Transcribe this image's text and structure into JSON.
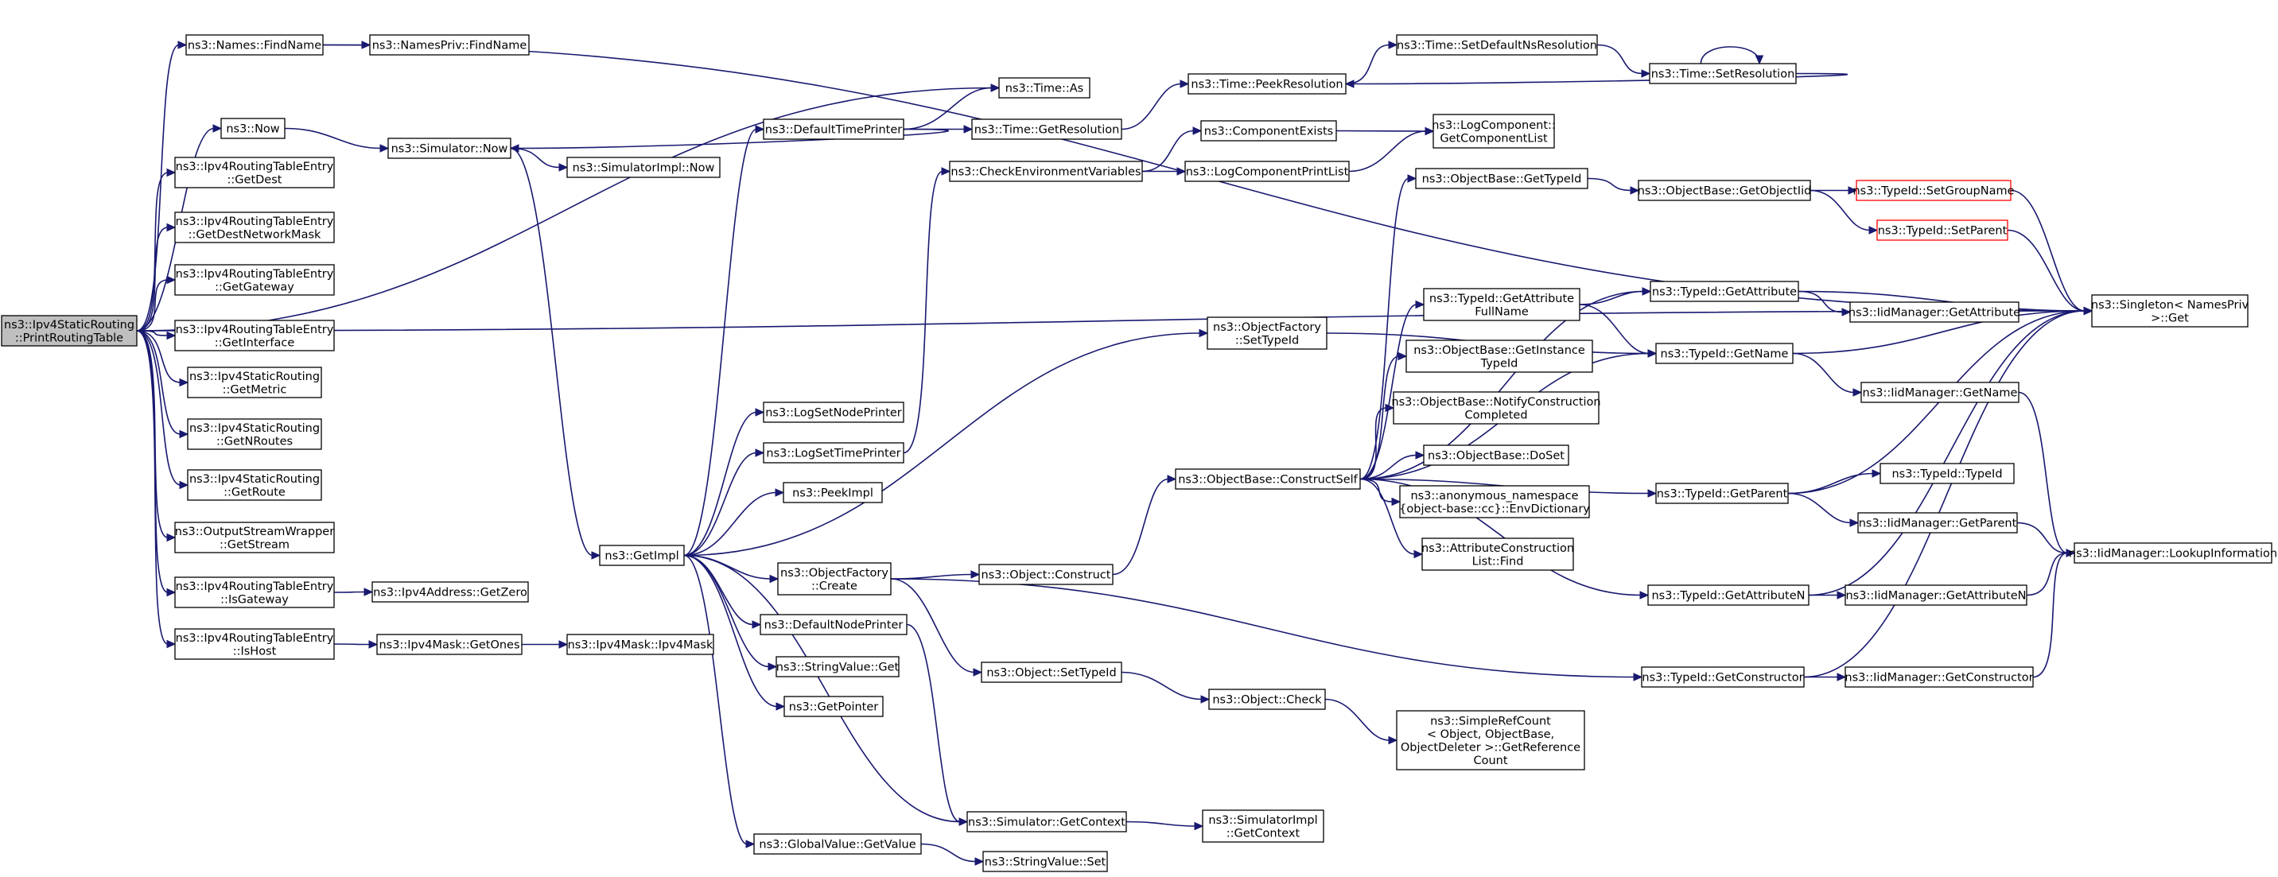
{
  "title": "",
  "colors": {
    "edge": "#191970",
    "node_border": "#000000",
    "root_fill": "#bfbfbf",
    "highlight_border": "#ff0000",
    "background": "#ffffff"
  },
  "nodes": [
    {
      "id": "root",
      "lines": [
        "ns3::Ipv4StaticRouting",
        "::PrintRoutingTable"
      ],
      "root": true
    },
    {
      "id": "names_find",
      "lines": [
        "ns3::Names::FindName"
      ]
    },
    {
      "id": "namespriv_find",
      "lines": [
        "ns3::NamesPriv::FindName"
      ]
    },
    {
      "id": "now",
      "lines": [
        "ns3::Now"
      ]
    },
    {
      "id": "gdest",
      "lines": [
        "ns3::Ipv4RoutingTableEntry",
        "::GetDest"
      ]
    },
    {
      "id": "gdnm",
      "lines": [
        "ns3::Ipv4RoutingTableEntry",
        "::GetDestNetworkMask"
      ]
    },
    {
      "id": "ggw",
      "lines": [
        "ns3::Ipv4RoutingTableEntry",
        "::GetGateway"
      ]
    },
    {
      "id": "gif",
      "lines": [
        "ns3::Ipv4RoutingTableEntry",
        "::GetInterface"
      ]
    },
    {
      "id": "gmetric",
      "lines": [
        "ns3::Ipv4StaticRouting",
        "::GetMetric"
      ]
    },
    {
      "id": "gnroutes",
      "lines": [
        "ns3::Ipv4StaticRouting",
        "::GetNRoutes"
      ]
    },
    {
      "id": "groute",
      "lines": [
        "ns3::Ipv4StaticRouting",
        "::GetRoute"
      ]
    },
    {
      "id": "gstream",
      "lines": [
        "ns3::OutputStreamWrapper",
        "::GetStream"
      ]
    },
    {
      "id": "isgw",
      "lines": [
        "ns3::Ipv4RoutingTableEntry",
        "::IsGateway"
      ]
    },
    {
      "id": "ishost",
      "lines": [
        "ns3::Ipv4RoutingTableEntry",
        "::IsHost"
      ]
    },
    {
      "id": "sim_now",
      "lines": [
        "ns3::Simulator::Now"
      ]
    },
    {
      "id": "simimpl_now",
      "lines": [
        "ns3::SimulatorImpl::Now"
      ]
    },
    {
      "id": "getzero",
      "lines": [
        "ns3::Ipv4Address::GetZero"
      ]
    },
    {
      "id": "getones",
      "lines": [
        "ns3::Ipv4Mask::GetOnes"
      ]
    },
    {
      "id": "ipv4mask",
      "lines": [
        "ns3::Ipv4Mask::Ipv4Mask"
      ]
    },
    {
      "id": "getimpl",
      "lines": [
        "ns3::GetImpl"
      ]
    },
    {
      "id": "time_as",
      "lines": [
        "ns3::Time::As"
      ]
    },
    {
      "id": "dtp",
      "lines": [
        "ns3::DefaultTimePrinter"
      ]
    },
    {
      "id": "getres",
      "lines": [
        "ns3::Time::GetResolution"
      ]
    },
    {
      "id": "peekres",
      "lines": [
        "ns3::Time::PeekResolution"
      ]
    },
    {
      "id": "setdefns",
      "lines": [
        "ns3::Time::SetDefaultNsResolution"
      ]
    },
    {
      "id": "setres",
      "lines": [
        "ns3::Time::SetResolution"
      ]
    },
    {
      "id": "checkenv",
      "lines": [
        "ns3::CheckEnvironmentVariables"
      ]
    },
    {
      "id": "compexists",
      "lines": [
        "ns3::ComponentExists"
      ]
    },
    {
      "id": "logcplist",
      "lines": [
        "ns3::LogComponentPrintList"
      ]
    },
    {
      "id": "getcomplist",
      "lines": [
        "ns3::LogComponent::",
        "GetComponentList"
      ]
    },
    {
      "id": "of_settid",
      "lines": [
        "ns3::ObjectFactory",
        "::SetTypeId"
      ]
    },
    {
      "id": "logsetnode",
      "lines": [
        "ns3::LogSetNodePrinter"
      ]
    },
    {
      "id": "logsettime",
      "lines": [
        "ns3::LogSetTimePrinter"
      ]
    },
    {
      "id": "peekimpl",
      "lines": [
        "ns3::PeekImpl"
      ]
    },
    {
      "id": "of_create",
      "lines": [
        "ns3::ObjectFactory",
        "::Create"
      ]
    },
    {
      "id": "dnp",
      "lines": [
        "ns3::DefaultNodePrinter"
      ]
    },
    {
      "id": "sv_get",
      "lines": [
        "ns3::StringValue::Get"
      ]
    },
    {
      "id": "getptr",
      "lines": [
        "ns3::GetPointer"
      ]
    },
    {
      "id": "gv_get",
      "lines": [
        "ns3::GlobalValue::GetValue"
      ]
    },
    {
      "id": "sv_set",
      "lines": [
        "ns3::StringValue::Set"
      ]
    },
    {
      "id": "obj_construct",
      "lines": [
        "ns3::Object::Construct"
      ]
    },
    {
      "id": "obj_settid",
      "lines": [
        "ns3::Object::SetTypeId"
      ]
    },
    {
      "id": "sim_ctx",
      "lines": [
        "ns3::Simulator::GetContext"
      ]
    },
    {
      "id": "simimpl_ctx",
      "lines": [
        "ns3::SimulatorImpl",
        "::GetContext"
      ]
    },
    {
      "id": "ob_cs",
      "lines": [
        "ns3::ObjectBase::ConstructSelf"
      ]
    },
    {
      "id": "obj_check",
      "lines": [
        "ns3::Object::Check"
      ]
    },
    {
      "id": "srefcount",
      "lines": [
        "ns3::SimpleRefCount",
        "< Object, ObjectBase,",
        "ObjectDeleter >::GetReference",
        "Count"
      ]
    },
    {
      "id": "ob_gettid",
      "lines": [
        "ns3::ObjectBase::GetTypeId"
      ]
    },
    {
      "id": "ob_getoid",
      "lines": [
        "ns3::ObjectBase::GetObjectIid"
      ]
    },
    {
      "id": "tid_setgroup",
      "lines": [
        "ns3::TypeId::SetGroupName"
      ],
      "red": true
    },
    {
      "id": "tid_setparent",
      "lines": [
        "ns3::TypeId::SetParent"
      ],
      "red": true
    },
    {
      "id": "tid_gafn",
      "lines": [
        "ns3::TypeId::GetAttribute",
        "FullName"
      ]
    },
    {
      "id": "tid_getattr",
      "lines": [
        "ns3::TypeId::GetAttribute"
      ]
    },
    {
      "id": "iid_getattr",
      "lines": [
        "ns3::IidManager::GetAttribute"
      ]
    },
    {
      "id": "singleton",
      "lines": [
        "ns3::Singleton< NamesPriv",
        ">::Get"
      ]
    },
    {
      "id": "ob_getinst",
      "lines": [
        "ns3::ObjectBase::GetInstance",
        "TypeId"
      ]
    },
    {
      "id": "tid_getname",
      "lines": [
        "ns3::TypeId::GetName"
      ]
    },
    {
      "id": "iid_getname",
      "lines": [
        "ns3::IidManager::GetName"
      ]
    },
    {
      "id": "ob_notify",
      "lines": [
        "ns3::ObjectBase::NotifyConstruction",
        "Completed"
      ]
    },
    {
      "id": "ob_doset",
      "lines": [
        "ns3::ObjectBase::DoSet"
      ]
    },
    {
      "id": "anon_env",
      "lines": [
        "ns3::anonymous_namespace",
        "{object-base::cc}::EnvDictionary"
      ]
    },
    {
      "id": "acl_find",
      "lines": [
        "ns3::AttributeConstruction",
        "List::Find"
      ]
    },
    {
      "id": "tid_typeid",
      "lines": [
        "ns3::TypeId::TypeId"
      ]
    },
    {
      "id": "tid_getparent",
      "lines": [
        "ns3::TypeId::GetParent"
      ]
    },
    {
      "id": "iid_getparent",
      "lines": [
        "ns3::IidManager::GetParent"
      ]
    },
    {
      "id": "iid_lookup",
      "lines": [
        "ns3::IidManager::LookupInformation"
      ]
    },
    {
      "id": "tid_getattrn",
      "lines": [
        "ns3::TypeId::GetAttributeN"
      ]
    },
    {
      "id": "iid_getattrn",
      "lines": [
        "ns3::IidManager::GetAttributeN"
      ]
    },
    {
      "id": "tid_getctor",
      "lines": [
        "ns3::TypeId::GetConstructor"
      ]
    },
    {
      "id": "iid_getctor",
      "lines": [
        "ns3::IidManager::GetConstructor"
      ]
    }
  ],
  "edges": [
    [
      "root",
      "names_find"
    ],
    [
      "root",
      "time_as"
    ],
    [
      "root",
      "now"
    ],
    [
      "root",
      "gdest"
    ],
    [
      "root",
      "gdnm"
    ],
    [
      "root",
      "ggw"
    ],
    [
      "root",
      "gif"
    ],
    [
      "root",
      "gmetric"
    ],
    [
      "root",
      "gnroutes"
    ],
    [
      "root",
      "groute"
    ],
    [
      "root",
      "gstream"
    ],
    [
      "root",
      "isgw"
    ],
    [
      "root",
      "ishost"
    ],
    [
      "root",
      "singleton"
    ],
    [
      "names_find",
      "namespriv_find"
    ],
    [
      "names_find",
      "singleton"
    ],
    [
      "now",
      "sim_now"
    ],
    [
      "sim_now",
      "simimpl_now"
    ],
    [
      "sim_now",
      "getimpl"
    ],
    [
      "isgw",
      "getzero"
    ],
    [
      "ishost",
      "getones"
    ],
    [
      "getones",
      "ipv4mask"
    ],
    [
      "getimpl",
      "dtp"
    ],
    [
      "getimpl",
      "of_settid"
    ],
    [
      "getimpl",
      "logsetnode"
    ],
    [
      "getimpl",
      "logsettime"
    ],
    [
      "getimpl",
      "peekimpl"
    ],
    [
      "getimpl",
      "of_create"
    ],
    [
      "getimpl",
      "dnp"
    ],
    [
      "getimpl",
      "sv_get"
    ],
    [
      "getimpl",
      "getptr"
    ],
    [
      "getimpl",
      "gv_get"
    ],
    [
      "getimpl",
      "sim_ctx"
    ],
    [
      "dtp",
      "time_as"
    ],
    [
      "dtp",
      "getres"
    ],
    [
      "dtp",
      "sim_now"
    ],
    [
      "getres",
      "peekres"
    ],
    [
      "peekres",
      "setdefns"
    ],
    [
      "setdefns",
      "setres"
    ],
    [
      "setres",
      "peekres"
    ],
    [
      "setres",
      "setres"
    ],
    [
      "logsettime",
      "checkenv"
    ],
    [
      "checkenv",
      "compexists"
    ],
    [
      "checkenv",
      "logcplist"
    ],
    [
      "compexists",
      "getcomplist"
    ],
    [
      "logcplist",
      "getcomplist"
    ],
    [
      "of_settid",
      "tid_getname"
    ],
    [
      "of_create",
      "obj_construct"
    ],
    [
      "of_create",
      "obj_settid"
    ],
    [
      "of_create",
      "tid_getctor"
    ],
    [
      "dnp",
      "sim_ctx"
    ],
    [
      "gv_get",
      "sv_set"
    ],
    [
      "obj_construct",
      "ob_cs"
    ],
    [
      "obj_settid",
      "obj_check"
    ],
    [
      "obj_check",
      "srefcount"
    ],
    [
      "sim_ctx",
      "simimpl_ctx"
    ],
    [
      "ob_cs",
      "ob_gettid"
    ],
    [
      "ob_cs",
      "tid_getattr"
    ],
    [
      "ob_cs",
      "tid_gafn"
    ],
    [
      "ob_cs",
      "ob_getinst"
    ],
    [
      "ob_cs",
      "ob_notify"
    ],
    [
      "ob_cs",
      "ob_doset"
    ],
    [
      "ob_cs",
      "anon_env"
    ],
    [
      "ob_cs",
      "acl_find"
    ],
    [
      "ob_cs",
      "tid_getname"
    ],
    [
      "ob_cs",
      "tid_getparent"
    ],
    [
      "ob_cs",
      "tid_getattrn"
    ],
    [
      "ob_gettid",
      "ob_getoid"
    ],
    [
      "ob_getoid",
      "tid_setgroup"
    ],
    [
      "ob_getoid",
      "tid_setparent"
    ],
    [
      "tid_setgroup",
      "singleton"
    ],
    [
      "tid_setparent",
      "singleton"
    ],
    [
      "tid_gafn",
      "tid_getattr"
    ],
    [
      "tid_gafn",
      "tid_getname"
    ],
    [
      "tid_getattr",
      "iid_getattr"
    ],
    [
      "tid_getattr",
      "singleton"
    ],
    [
      "tid_getname",
      "iid_getname"
    ],
    [
      "tid_getname",
      "singleton"
    ],
    [
      "iid_getname",
      "iid_lookup"
    ],
    [
      "tid_getparent",
      "tid_typeid"
    ],
    [
      "tid_getparent",
      "iid_getparent"
    ],
    [
      "tid_getparent",
      "singleton"
    ],
    [
      "iid_getparent",
      "iid_lookup"
    ],
    [
      "tid_getattrn",
      "iid_getattrn"
    ],
    [
      "tid_getattrn",
      "singleton"
    ],
    [
      "iid_getattrn",
      "iid_lookup"
    ],
    [
      "tid_getctor",
      "iid_getctor"
    ],
    [
      "tid_getctor",
      "singleton"
    ],
    [
      "iid_getctor",
      "iid_lookup"
    ]
  ]
}
